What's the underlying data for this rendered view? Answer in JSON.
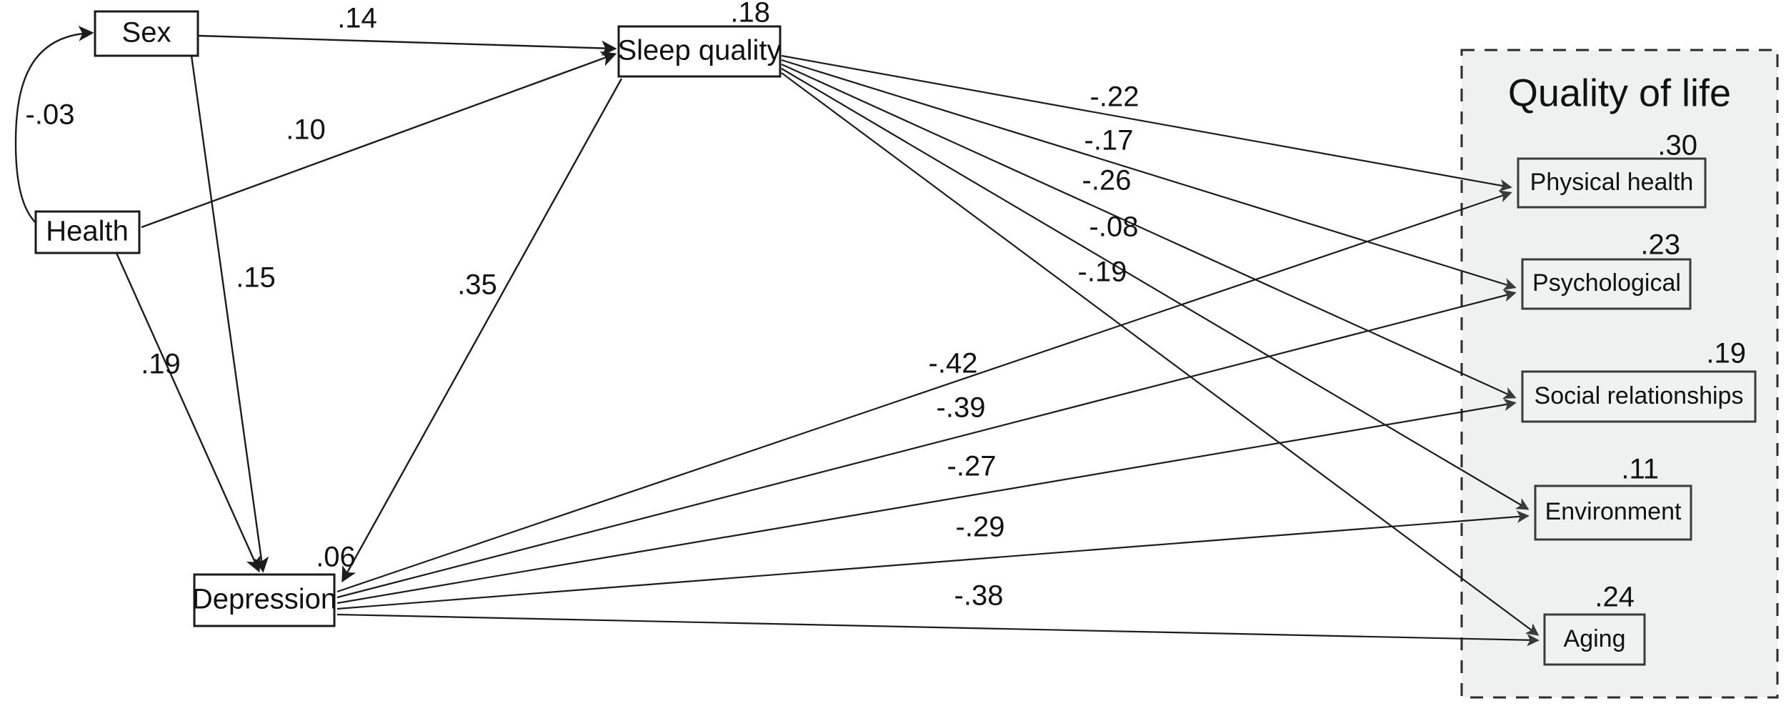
{
  "figure": {
    "type": "path-diagram",
    "title": "",
    "background_color": "#ffffff",
    "line_color": "#1c1c1c",
    "panel_fill": "#eff1f0"
  },
  "nodes": {
    "sex": {
      "label": "Sex"
    },
    "health": {
      "label": "Health"
    },
    "sleep_quality": {
      "label": "Sleep quality",
      "r2": ".18"
    },
    "depression": {
      "label": "Depression",
      "r2": ".06"
    },
    "physical_health": {
      "label": "Physical health",
      "r2": ".30"
    },
    "psychological": {
      "label": "Psychological",
      "r2": ".23"
    },
    "social_relationships": {
      "label": "Social relationships",
      "r2": ".19"
    },
    "environment": {
      "label": "Environment",
      "r2": ".11"
    },
    "aging": {
      "label": "Aging",
      "r2": ".24"
    }
  },
  "panel": {
    "title": "Quality of life"
  },
  "coefficients": {
    "sex_health_covariance": "-.03",
    "sex_to_sleep_quality": ".14",
    "health_to_sleep_quality": ".10",
    "sex_to_depression": ".15",
    "health_to_depression": ".19",
    "sleep_quality_to_depression": ".35",
    "sleep_to_physical_health": "-.22",
    "sleep_to_psychological": "-.17",
    "sleep_to_social_relationships": "-.26",
    "sleep_to_environment": "-.08",
    "sleep_to_aging": "-.19",
    "depression_to_physical_health": "-.42",
    "depression_to_psychological": "-.39",
    "depression_to_social_relationships": "-.27",
    "depression_to_environment": "-.29",
    "depression_to_aging": "-.38"
  },
  "chart_data": {
    "type": "diagram",
    "title": "Structural equation model path diagram",
    "exogenous_variables": [
      "Sex",
      "Health"
    ],
    "mediators": [
      "Sleep quality",
      "Depression"
    ],
    "outcomes": [
      "Physical health",
      "Psychological",
      "Social relationships",
      "Environment",
      "Aging"
    ],
    "outcome_group_label": "Quality of life",
    "explained_variance": {
      "Sleep quality": 0.18,
      "Depression": 0.06,
      "Physical health": 0.3,
      "Psychological": 0.23,
      "Social relationships": 0.19,
      "Environment": 0.11,
      "Aging": 0.24
    },
    "paths": [
      {
        "from": "Sex",
        "to": "Health",
        "type": "covariance",
        "value": -0.03,
        "label": "-.03"
      },
      {
        "from": "Sex",
        "to": "Sleep quality",
        "type": "regression",
        "value": 0.14,
        "label": ".14"
      },
      {
        "from": "Health",
        "to": "Sleep quality",
        "type": "regression",
        "value": 0.1,
        "label": ".10"
      },
      {
        "from": "Sex",
        "to": "Depression",
        "type": "regression",
        "value": 0.15,
        "label": ".15"
      },
      {
        "from": "Health",
        "to": "Depression",
        "type": "regression",
        "value": 0.19,
        "label": ".19"
      },
      {
        "from": "Sleep quality",
        "to": "Depression",
        "type": "regression",
        "value": 0.35,
        "label": ".35"
      },
      {
        "from": "Sleep quality",
        "to": "Physical health",
        "type": "regression",
        "value": -0.22,
        "label": "-.22"
      },
      {
        "from": "Sleep quality",
        "to": "Psychological",
        "type": "regression",
        "value": -0.17,
        "label": "-.17"
      },
      {
        "from": "Sleep quality",
        "to": "Social relationships",
        "type": "regression",
        "value": -0.26,
        "label": "-.26"
      },
      {
        "from": "Sleep quality",
        "to": "Environment",
        "type": "regression",
        "value": -0.08,
        "label": "-.08"
      },
      {
        "from": "Sleep quality",
        "to": "Aging",
        "type": "regression",
        "value": -0.19,
        "label": "-.19"
      },
      {
        "from": "Depression",
        "to": "Physical health",
        "type": "regression",
        "value": -0.42,
        "label": "-.42"
      },
      {
        "from": "Depression",
        "to": "Psychological",
        "type": "regression",
        "value": -0.39,
        "label": "-.39"
      },
      {
        "from": "Depression",
        "to": "Social relationships",
        "type": "regression",
        "value": -0.27,
        "label": "-.27"
      },
      {
        "from": "Depression",
        "to": "Environment",
        "type": "regression",
        "value": -0.29,
        "label": "-.29"
      },
      {
        "from": "Depression",
        "to": "Aging",
        "type": "regression",
        "value": -0.38,
        "label": "-.38"
      }
    ]
  }
}
